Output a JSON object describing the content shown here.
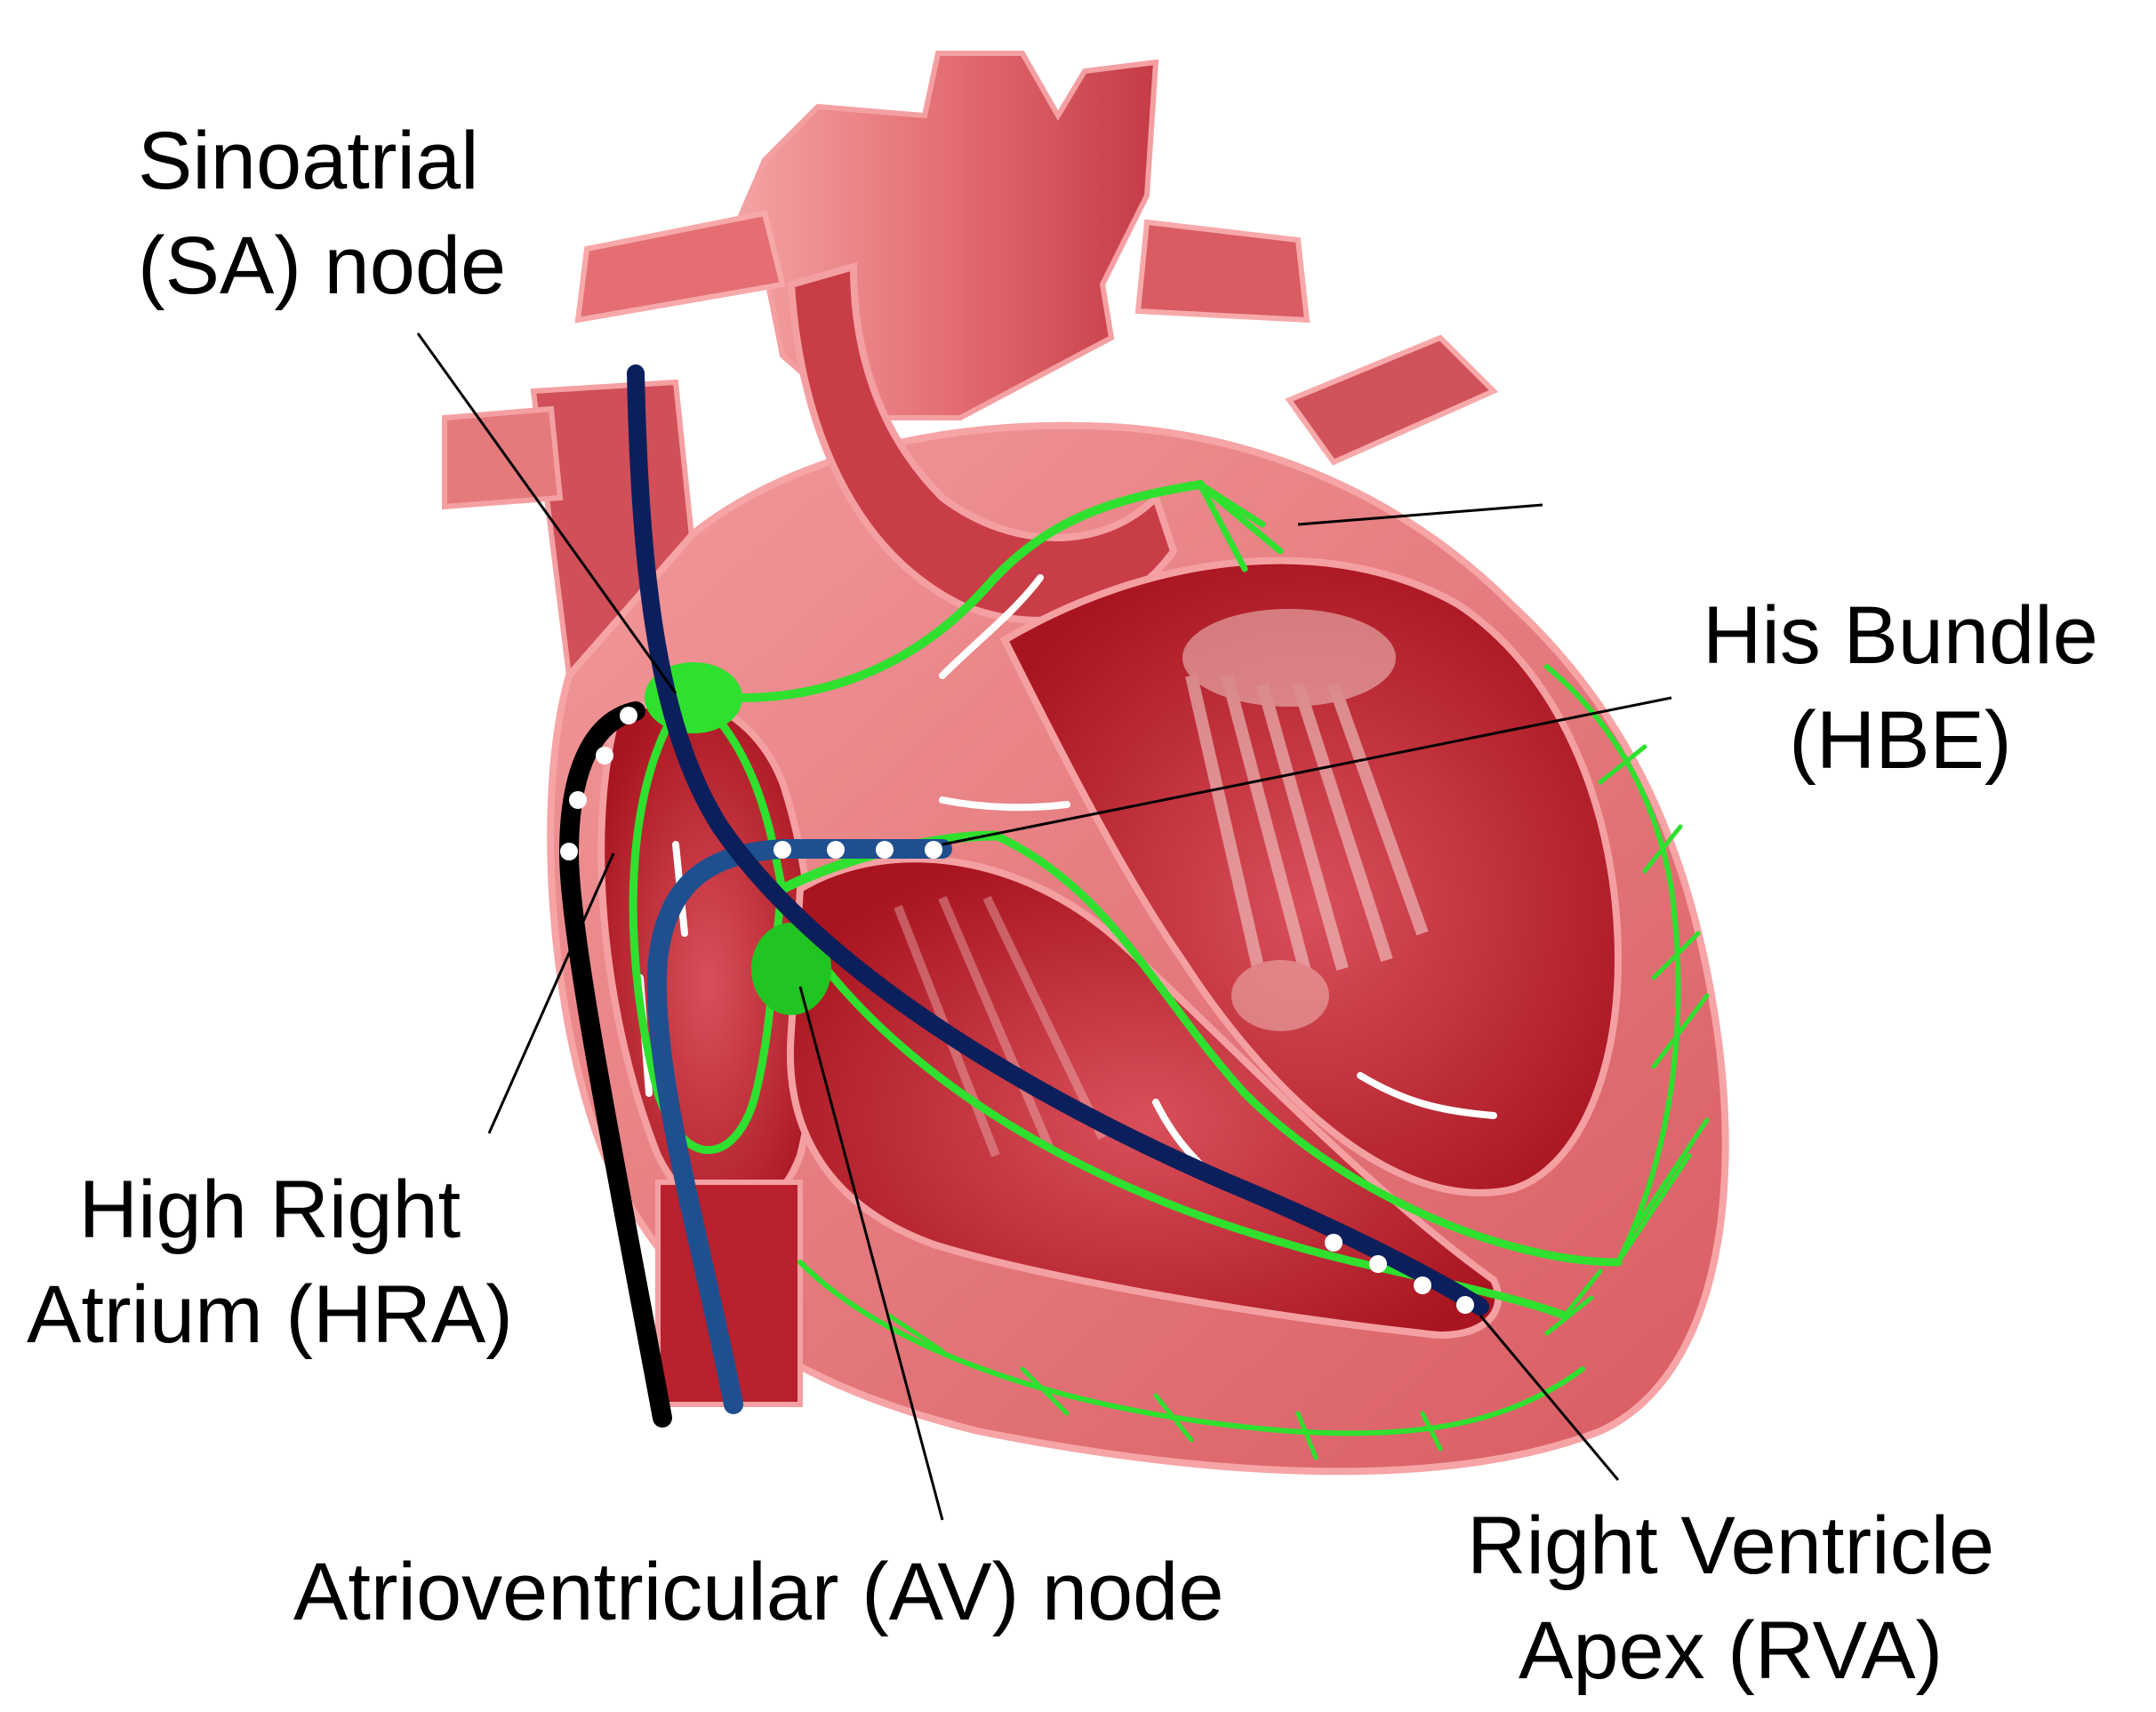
{
  "labels": {
    "sa_node": {
      "line1": "Sinoatrial",
      "line2": "(SA) node"
    },
    "his_bundle": {
      "line1": "His Bundle",
      "line2": "(HBE)"
    },
    "hra": {
      "line1": "High Right",
      "line2": "Atrium (HRA)"
    },
    "av_node": {
      "line1": "Atrioventricular (AV) node"
    },
    "rva": {
      "line1": "Right Ventricle",
      "line2": "Apex (RVA)"
    }
  },
  "colors": {
    "background": "#ffffff",
    "myocardium_light": "#e9777a",
    "myocardium_mid": "#cf4a52",
    "chamber_dark": "#b51e2c",
    "vessel_pink": "#f08a8c",
    "conduction_green": "#2fe02f",
    "catheter_navy": "#0b1f5c",
    "catheter_blue": "#1f4f8f",
    "catheter_black": "#000000",
    "electrode_white": "#ffffff",
    "leader_line": "#000000"
  }
}
